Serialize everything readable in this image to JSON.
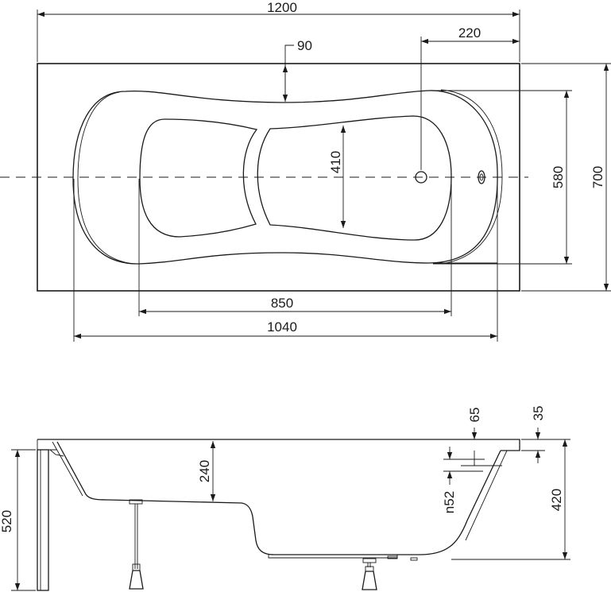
{
  "top_view": {
    "dimensions": {
      "overall_length": "1200",
      "overall_width": "700",
      "inner_width": "580",
      "basin_length": "1040",
      "bottom_length": "850",
      "bottom_width": "410",
      "rim_offset": "90",
      "drain_offset": "220"
    }
  },
  "side_view": {
    "dimensions": {
      "total_height": "520",
      "basin_depth": "240",
      "rim_height": "420",
      "overflow_diameter": "n52",
      "overflow_offset": "65",
      "rim_thickness": "35"
    }
  }
}
